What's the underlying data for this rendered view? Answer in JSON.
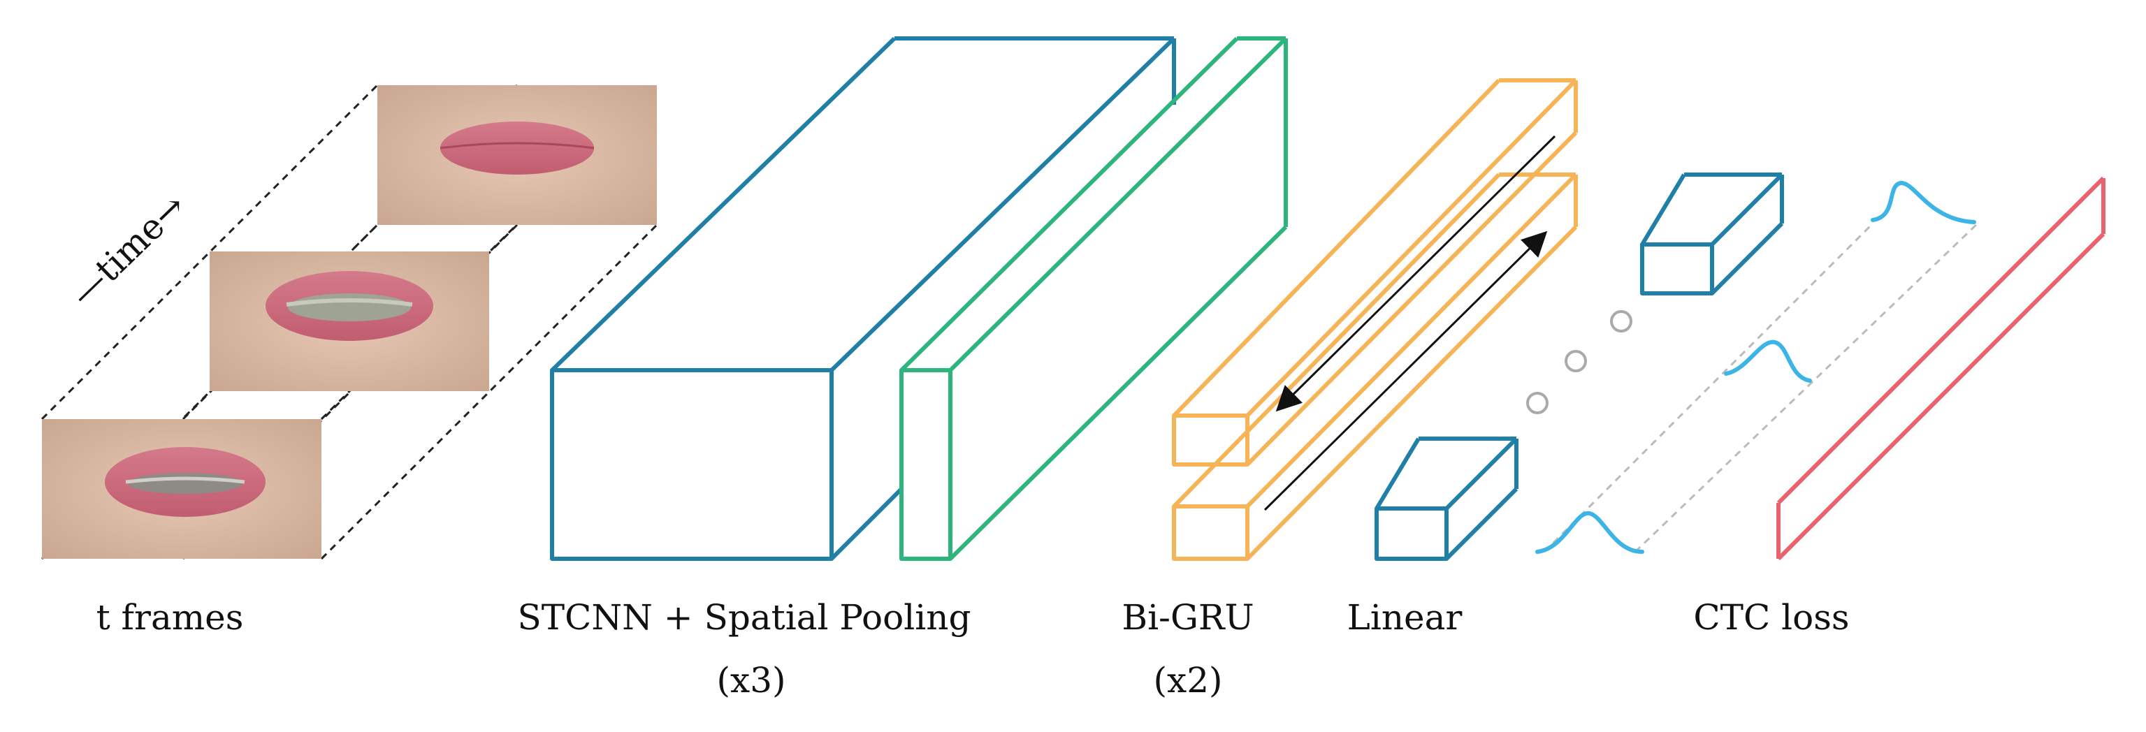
{
  "colors": {
    "stcnn": "#1f7fa6",
    "bigru": "#2db57d",
    "gru_blocks": "#f6b457",
    "linear": "#1f7fa6",
    "ctc_curves": "#3cb4e6",
    "ctc_bar": "#e8636f",
    "dots": "#aaaaaa"
  },
  "frames": {
    "time_label": "—time→"
  },
  "labels": {
    "frames": "t frames",
    "stcnn": "STCNN + Spatial Pooling",
    "stcnn_repeat": "(x3)",
    "bigru": "Bi-GRU",
    "bigru_repeat": "(x2)",
    "linear": "Linear",
    "ctc": "CTC loss"
  }
}
